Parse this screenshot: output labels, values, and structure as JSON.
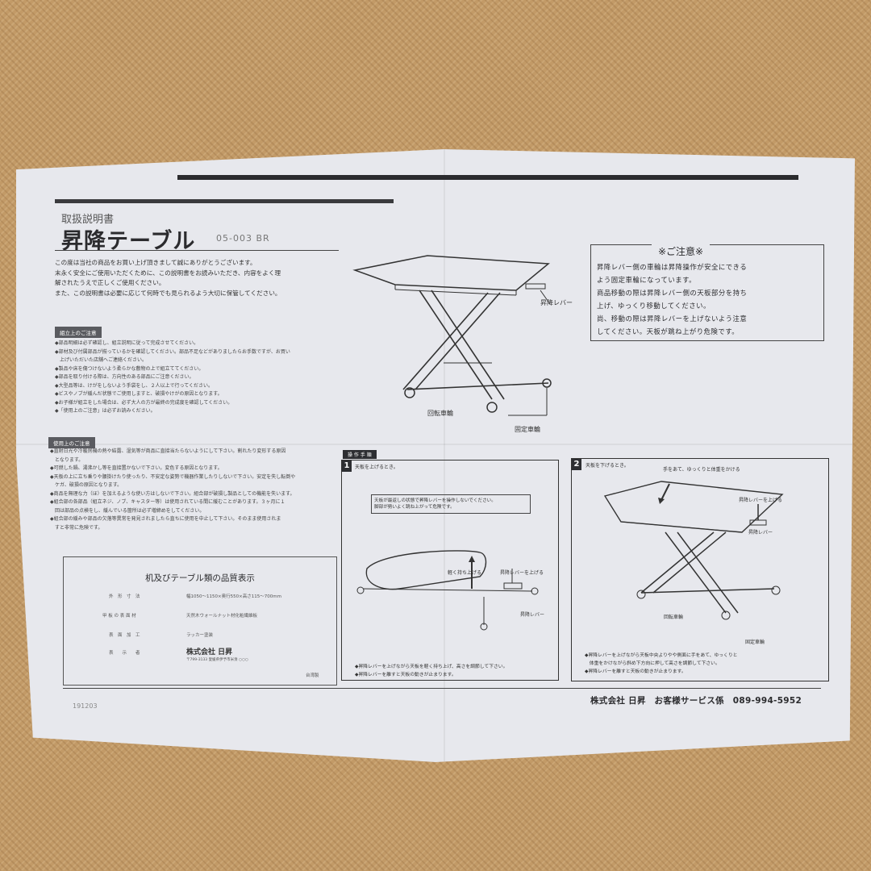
{
  "header": {
    "subtitle": "取扱説明書",
    "title": "昇降テーブル",
    "model": "05-003 BR"
  },
  "intro": [
    "この度は当社の商品をお買い上げ頂きまして誠にありがとうございます。",
    "末永く安全にご使用いただくために、この説明書をお読みいただき、内容をよく理",
    "解されたうえで正しくご使用ください。",
    "また、この説明書は必要に応じて何時でも見られるよう大切に保管してください。"
  ],
  "assembly": {
    "label": "組立上のご注意",
    "items": [
      "◆部品明細は必ず確認し、組立説明に従って完成させてください。",
      "◆部材及び付属部品が揃っているかを確認してください。部品不足などがありましたらお手数ですが、お買い",
      "　上げいただいた店舗へご連絡ください。",
      "◆製品や床を傷つけないよう柔らかな敷物の上で組立ててください。",
      "◆部品を取り付ける際は、方向性のある部品にご注意ください。",
      "◆大型品等は、けがをしないよう手袋をし、２人以上で行ってください。",
      "◆ビスやノブが緩んだ状態でご使用しますと、破損やけがの原因となります。",
      "◆お子様が組立をした場合は、必ず大人の方が最終の完成度を確認してください。",
      "◆「使用上のご注意」は必ずお読みください。"
    ]
  },
  "usage": {
    "label": "使用上のご注意",
    "items": [
      "◆直射日光や冷暖房機の熱や結露、湿気等が商品に直接当たらないようにして下さい。割れたり変形する原因",
      "　となります。",
      "◆可燃した鍋、湯沸かし等を直接置かないで下さい。変色する原因となります。",
      "◆天板の上に立ち乗りや腰掛けたり使ったり、不安定な姿勢で機器作業したりしないで下さい。安定を失し転倒や",
      "　ケガ、破損の原因となります。",
      "◆商品を無理な力（ほ）を加えるような使い方はしないで下さい。組合部が破損し製品としての機能を失います。",
      "◆組合部の各部品（組立ネジ、ノブ、キャスター等）は使用されている間に緩むことがあります。３ヶ月に１",
      "　回は部品の点検をし、緩んでいる箇所は必ず増締めをしてください。",
      "◆組合部の緩みや部品の欠落等異常を発見されましたら直ちに使用を中止して下さい。そのまま使用されま",
      "　すと非常に危険です。"
    ]
  },
  "diagram1": {
    "lever_label": "昇降レバー",
    "caster_label": "回転車輪",
    "fixed_wheel_label": "固定車輪"
  },
  "caution": {
    "title": "※ご注意※",
    "lines": [
      "昇降レバー側の車輪は昇降操作が安全にできる",
      "よう固定車輪になっています。",
      "商品移動の際は昇降レバー側の天板部分を持ち",
      "上げ、ゆっくり移動してください。",
      "尚、移動の際は昇降レバーを上げないよう注意",
      "してください。天板が跳ね上がり危険です。"
    ]
  },
  "operation": {
    "label": "操 作 手 順",
    "step1": {
      "num": "1",
      "heading": "天板を上げるとき。",
      "warning": [
        "天板が最返しの状態で昇降レバーを操作しないでください。",
        "脚部が勢いよく跳ね上がって危険です。"
      ],
      "label_lift": "軽く持ち上げる",
      "label_raise_lever": "昇降レバーを上げる",
      "label_lever": "昇降レバー",
      "notes": [
        "◆昇降レバーを上げながら天板を軽く持ち上げ、高さを調節して下さい。",
        "◆昇降レバーを離すと天板の動きが止まります。"
      ]
    },
    "step2": {
      "num": "2",
      "heading": "天板を下げるとき。",
      "label_hand": "手をあて、ゆっくりと体重をかける",
      "label_raise_lever": "昇降レバーを上げる",
      "label_lever": "昇降レバー",
      "label_caster": "回転車輪",
      "label_fixed": "固定車輪",
      "notes": [
        "◆昇降レバーを上げながら天板中央よりやや側面に手をあて、ゆっくりと",
        "　体重をかけながら斜め下方向に押して高さを調節して下さい。",
        "◆昇降レバーを離すと天板の動きが止まります。"
      ]
    }
  },
  "quality": {
    "title": "机及びテーブル類の品質表示",
    "rows": [
      {
        "label": "外　形　寸　法",
        "value": "幅1050〜1150×奥行550×高さ115〜700mm"
      },
      {
        "label": "甲 板 の 表 面 材",
        "value": "天然木ウォールナット材化粧繊維板"
      },
      {
        "label": "表　面　加　工",
        "value": "ラッカー塗装"
      },
      {
        "label": "表　　示　　者",
        "value": "株式会社 日昇"
      }
    ],
    "address": "〒799-3133 愛媛県伊予市米湊 ○○○",
    "origin": "台湾製"
  },
  "footer": {
    "code": "191203",
    "company": "株式会社 日昇　お客様サービス係　089-994-5952"
  }
}
